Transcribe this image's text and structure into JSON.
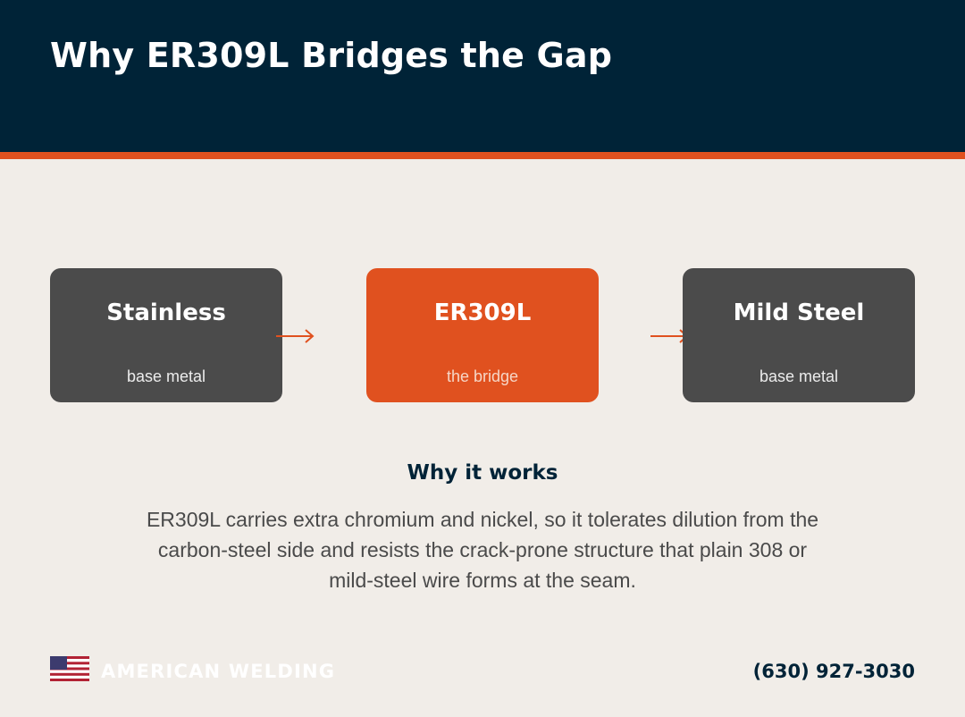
{
  "header": {
    "title": "Why ER309L Bridges the Gap"
  },
  "flow": {
    "nodes": [
      {
        "title": "Stainless",
        "subtitle": "base metal"
      },
      {
        "title": "ER309L",
        "subtitle": "the bridge"
      },
      {
        "title": "Mild Steel",
        "subtitle": "base metal"
      }
    ],
    "arrow_icon": "arrow-right-icon"
  },
  "explanation": {
    "heading": "Why it works",
    "body": "ER309L carries extra chromium and nickel, so it tolerates dilution from the carbon-steel side and resists the crack-prone structure that plain 308 or mild-steel wire forms at the seam."
  },
  "footer": {
    "brand": "AMERICAN WELDING",
    "phone": "(630) 927-3030",
    "flag_icon": "us-flag-icon"
  },
  "colors": {
    "navy": "#002337",
    "accent": "#e0511f",
    "box_dark": "#4b4b4b",
    "background": "#f1ede8"
  }
}
